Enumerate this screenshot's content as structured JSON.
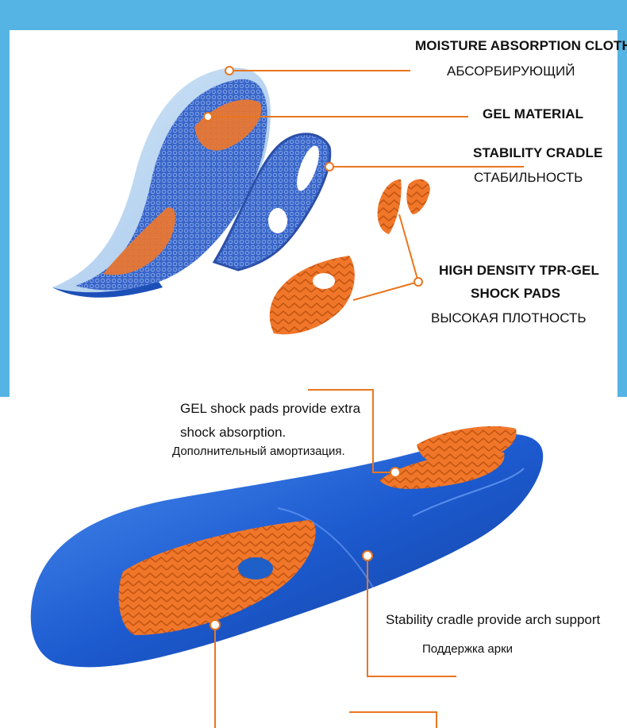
{
  "top_section": {
    "moisture_en": "MOISTURE ABSORPTION CLOTH",
    "moisture_ru": "АБСОРБИРУЮЩИЙ",
    "gel_material": "GEL MATERIAL",
    "stability_en": "STABILITY CRADLE",
    "stability_ru": "СТАБИЛЬНОСТЬ",
    "tpr_line1": "HIGH DENSITY TPR-GEL",
    "tpr_line2": "SHOCK PADS",
    "tpr_ru": "ВЫСОКАЯ ПЛОТНОСТЬ"
  },
  "bottom_section": {
    "gel_pads_line1": "GEL shock pads provide extra",
    "gel_pads_line2": "shock absorption.",
    "gel_pads_ru": "Дополнительный амортизация.",
    "arch_en": "Stability cradle provide arch support",
    "arch_ru": "Поддержка арки"
  },
  "colors": {
    "frame": "#56b4e4",
    "callout": "#e8761f",
    "insole_blue": "#1f5fc8",
    "pad_orange": "#f0772a"
  }
}
